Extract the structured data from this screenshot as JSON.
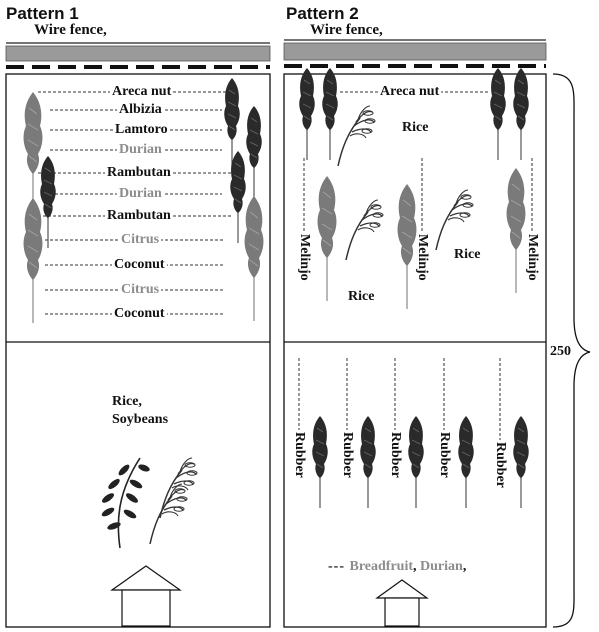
{
  "pattern1": {
    "title": "Pattern 1",
    "fence_label": "Wire fence,",
    "rows": [
      {
        "text": "Areca nut",
        "gray": false
      },
      {
        "text": "Albizia",
        "gray": false
      },
      {
        "text": "Lamtoro",
        "gray": false
      },
      {
        "text": "Durian",
        "gray": true
      },
      {
        "text": "Rambutan",
        "gray": false
      },
      {
        "text": "Durian",
        "gray": true
      },
      {
        "text": "Rambutan",
        "gray": false
      },
      {
        "text": "Citrus",
        "gray": true
      },
      {
        "text": "Coconut",
        "gray": false
      },
      {
        "text": "Citrus",
        "gray": true
      },
      {
        "text": "Coconut",
        "gray": false
      }
    ],
    "crop_line1": "Rice,",
    "crop_line2": "Soybeans"
  },
  "pattern2": {
    "title": "Pattern 2",
    "fence_label": "Wire fence,",
    "top_label": "Areca nut",
    "rice_labels": [
      "Rice",
      "Rice",
      "Rice"
    ],
    "melinjo_labels": [
      "Melinjo",
      "Melinjo",
      "Melinjo"
    ],
    "rubber_labels": [
      "Rubber",
      "Rubber",
      "Rubber",
      "Rubber",
      "Rubber"
    ],
    "bottom_part1": "Breadfruit",
    "bottom_sep1": ",",
    "bottom_part2": "Durian",
    "bottom_sep2": ","
  },
  "dimension_label": "250",
  "colors": {
    "dark_tree": "#2a2a2a",
    "gray_tree": "#7a7a7a",
    "gray_text": "#8c8c8c",
    "fence": "#9a9a9a"
  }
}
